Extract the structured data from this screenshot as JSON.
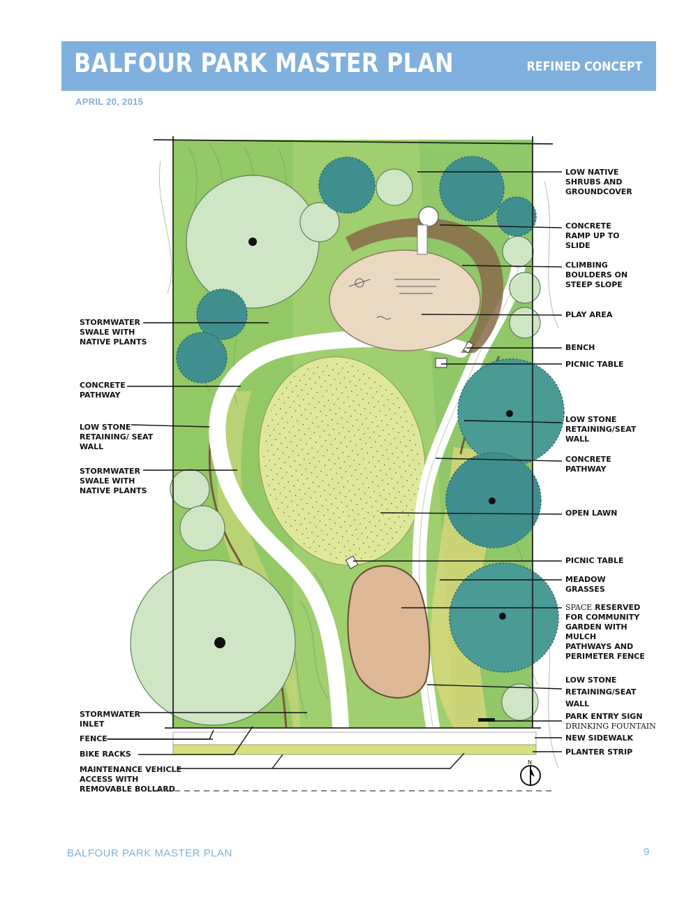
{
  "header": {
    "title": "BALFOUR PARK MASTER PLAN",
    "subtitle": "REFINED CONCEPT",
    "date": "APRIL 20, 2015"
  },
  "footer": {
    "title": "BALFOUR PARK MASTER PLAN",
    "page": "9"
  },
  "labels": {
    "low_native_shrubs": "LOW NATIVE\nSHRUBS AND\nGROUNDCOVER",
    "concrete_ramp": "CONCRETE\nRAMP UP TO\nSLIDE",
    "climbing_boulders": "CLIMBING\nBOULDERS ON\nSTEEP SLOPE",
    "play_area": "PLAY AREA",
    "bench": "BENCH",
    "picnic_table_top": "PICNIC TABLE",
    "low_stone_wall_right": "LOW STONE\nRETAINING/SEAT\nWALL",
    "concrete_pathway_right": "CONCRETE\nPATHWAY",
    "open_lawn": "OPEN LAWN",
    "picnic_table_mid": "PICNIC TABLE",
    "meadow_grasses": "MEADOW\nGRASSES",
    "space_reserved_prefix": "SPACE",
    "space_reserved": " RESERVED\nFOR COMMUNITY\nGARDEN WITH\nMULCH\nPATHWAYS AND\nPERIMETER FENCE",
    "low_stone_wall_bottom": "LOW STONE\nRETAINING/SEAT\nWALL",
    "park_entry_sign": "PARK ENTRY SIGN",
    "drinking_fountain": "DRINKING FOUNTAIN",
    "new_sidewalk": "NEW SIDEWALK",
    "planter_strip": "PLANTER STRIP",
    "stormwater_swale_top": "STORMWATER\nSWALE WITH\nNATIVE PLANTS",
    "concrete_pathway_left": "CONCRETE\nPATHWAY",
    "low_stone_wall_left": "LOW STONE\nRETAINING/ SEAT\nWALL",
    "stormwater_swale_mid": "STORMWATER\nSWALE WITH\nNATIVE PLANTS",
    "stormwater_inlet": "STORMWATER\nINLET",
    "fence": "FENCE",
    "bike_racks": "BIKE RACKS",
    "maintenance_access": "MAINTENANCE VEHICLE\nACCESS WITH\nREMOVABLE BOLLARD",
    "north_arrow": "N"
  },
  "colors": {
    "banner": "#7fb0dd",
    "lawn": "#dfe89a",
    "grass": "#9fcf6e",
    "tree_light": "#cfe6c4",
    "tree_teal": "#3f8f8f",
    "play_surface": "#ead8c0",
    "garden": "#dcb896",
    "pathway": "#ffffff"
  }
}
